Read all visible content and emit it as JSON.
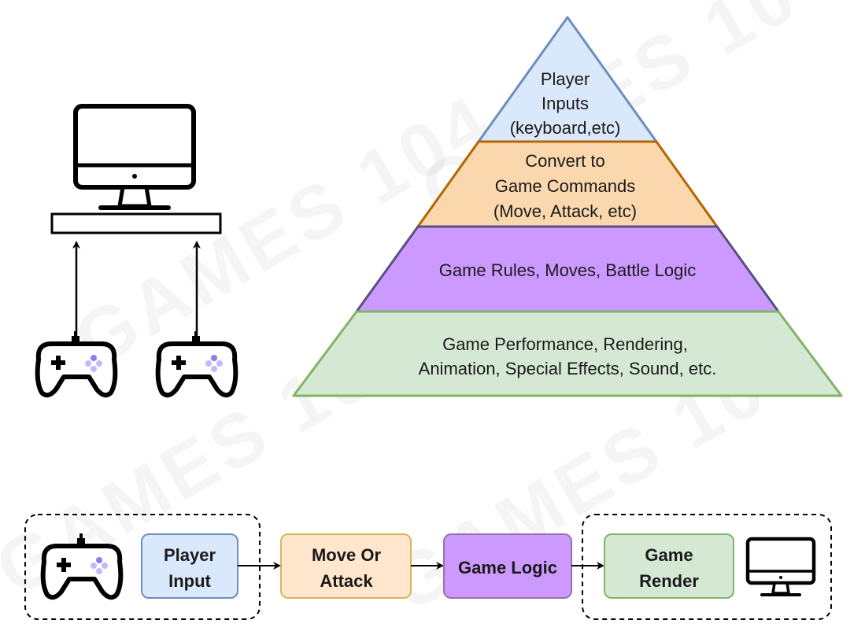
{
  "watermark": "GAMES 104",
  "pyramid": {
    "layers": [
      {
        "lines": [
          "Player",
          "Inputs",
          "(keyboard,etc)"
        ],
        "fill": "#dae8fc",
        "stroke": "#6c8ebf"
      },
      {
        "lines": [
          "Convert to",
          "Game Commands",
          "(Move, Attack, etc)"
        ],
        "fill": "#fad7ac",
        "stroke": "#b46504"
      },
      {
        "lines": [
          "Game Rules, Moves, Battle Logic"
        ],
        "fill": "#cc99ff",
        "stroke": "#56517e"
      },
      {
        "lines": [
          "Game Performance, Rendering,",
          "Animation, Special Effects, Sound, etc."
        ],
        "fill": "#d5e8d4",
        "stroke": "#82b366"
      }
    ]
  },
  "flow": {
    "player_input": {
      "lines": [
        "Player",
        "Input"
      ],
      "fill": "#dae8fc",
      "stroke": "#6c8ebf"
    },
    "move_or_attack": {
      "lines": [
        "Move Or",
        "Attack"
      ],
      "fill": "#ffe6cc",
      "stroke": "#d6b656"
    },
    "game_logic": {
      "lines": [
        "Game Logic"
      ],
      "fill": "#cc99ff",
      "stroke": "#9673a6"
    },
    "game_render": {
      "lines": [
        "Game",
        "Render"
      ],
      "fill": "#d5e8d4",
      "stroke": "#82b366"
    }
  },
  "icons": {
    "monitor": "monitor-icon",
    "keyboard_bar": "keyboard-icon",
    "gamepad": "gamepad-icon",
    "gamepad_button_color": "#8e7cf0",
    "gamepad_button_light": "#c3bafa"
  }
}
